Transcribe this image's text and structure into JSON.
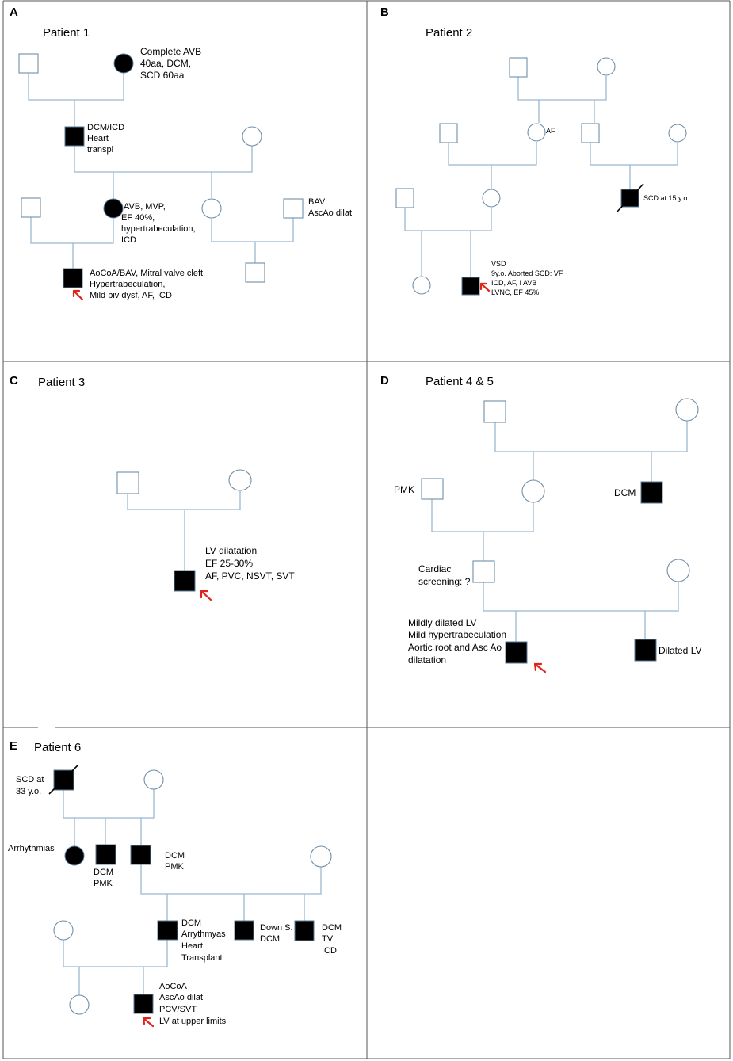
{
  "panels": {
    "A": {
      "letter": "A",
      "title": "Patient 1",
      "ann_1": [
        "Complete AVB",
        "40aa, DCM,",
        "SCD 60aa"
      ],
      "ann_2": [
        "DCM/ICD",
        "Heart",
        "transpl"
      ],
      "ann_3": [
        "AVB, MVP,",
        "EF 40%,",
        "hypertrabeculation,",
        "ICD"
      ],
      "ann_4": [
        "BAV",
        "AscAo dilat"
      ],
      "ann_proband": [
        "AoCoA/BAV, Mitral valve cleft,",
        "Hypertrabeculation,",
        "Mild biv dysf, AF, ICD"
      ]
    },
    "B": {
      "letter": "B",
      "title": "Patient 2",
      "ann_af": "AF",
      "ann_scd": "SCD at 15 y.o.",
      "ann_proband": [
        "VSD",
        "9y.o. Aborted SCD: VF",
        "ICD, AF, I AVB",
        "LVNC, EF 45%"
      ]
    },
    "C": {
      "letter": "C",
      "title": "Patient 3",
      "ann_proband": [
        "LV dilatation",
        "EF 25-30%",
        "AF, PVC, NSVT, SVT"
      ]
    },
    "D": {
      "letter": "D",
      "title": "Patient 4 & 5",
      "ann_pmk": "PMK",
      "ann_dcm": "DCM",
      "ann_screen": [
        "Cardiac",
        "screening: ?"
      ],
      "ann_proband": [
        "Mildly dilated LV",
        "Mild hypertrabeculation",
        "Aortic root and Asc Ao",
        "dilatation"
      ],
      "ann_sib": "Dilated LV"
    },
    "E": {
      "letter": "E",
      "title": "Patient 6",
      "ann_scd": [
        "SCD at",
        "33 y.o."
      ],
      "ann_arr": "Arrhythmias",
      "ann_dcm_pmk_1": [
        "DCM",
        "PMK"
      ],
      "ann_dcm_pmk_2": [
        "DCM",
        "PMK"
      ],
      "ann_father": [
        "DCM",
        "Arrythmyas",
        "Heart",
        "Transplant"
      ],
      "ann_down": [
        "Down S.",
        "DCM"
      ],
      "ann_uncle": [
        "DCM",
        "TV",
        "ICD"
      ],
      "ann_proband": [
        "AoCoA",
        "AscAo dilat",
        "PCV/SVT",
        "LV at upper limits"
      ]
    }
  },
  "colors": {
    "line": "#9bb8cf",
    "affected": "#000000",
    "arrow": "#e0231b",
    "border": "#555555"
  },
  "icons": [
    "male-unaffected-square",
    "female-unaffected-circle",
    "male-affected-square",
    "female-affected-circle",
    "deceased-slash",
    "proband-arrow"
  ]
}
